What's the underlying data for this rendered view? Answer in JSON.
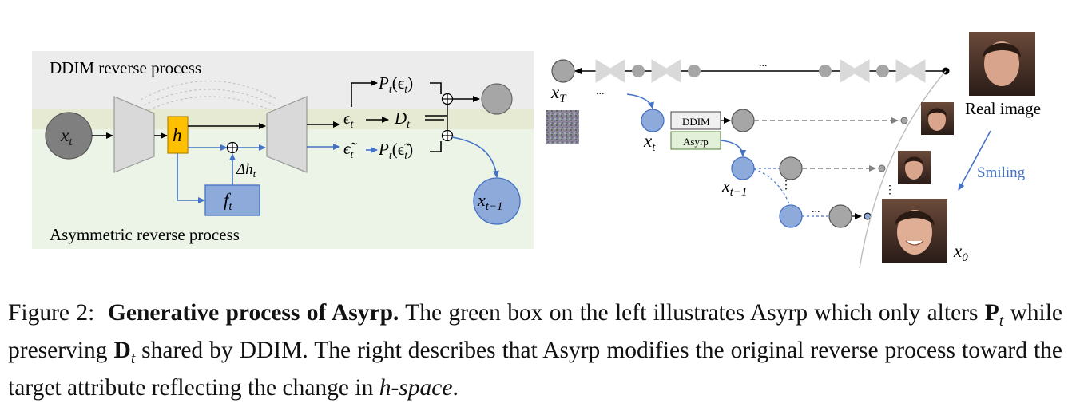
{
  "left_panel": {
    "top_label": "DDIM reverse process",
    "bottom_label": "Asymmetric reverse process",
    "xt": "x",
    "xt_sub": "t",
    "h": "h",
    "ft": "f",
    "ft_sub": "t",
    "delta_h": "Δh",
    "delta_h_sub": "t",
    "eps": "ϵ",
    "eps_sub": "t",
    "eps_tilde": "ϵ̃",
    "eps_tilde_sub": "t",
    "Pt_eps": "P",
    "Pt_eps_arg": "(ϵ",
    "Pt_eps_close": ")",
    "Dt": "D",
    "Dt_sub": "t",
    "Pt_tilde": "P",
    "Pt_tilde_arg": "(ϵ̃",
    "Pt_tilde_close": ")",
    "xtm1": "x",
    "xtm1_sub": "t−1"
  },
  "right_panel": {
    "xT": "x",
    "xT_sub": "T",
    "xt": "x",
    "xt_sub": "t",
    "xtm1": "x",
    "xtm1_sub": "t−1",
    "x0": "x",
    "x0_sub": "0",
    "ddim": "DDIM",
    "asyrp": "Asyrp",
    "real_image": "Real image",
    "smiling": "Smiling",
    "ellipsis": "..."
  },
  "caption": {
    "figure_label": "Figure 2:",
    "title": "Generative process of Asyrp.",
    "text1": " The green box on the left illustrates Asyrp which only alters ",
    "P": "P",
    "P_sub": "t",
    "text2": " while preserving ",
    "D": "D",
    "D_sub": "t",
    "text3": " shared by DDIM. The right describes that Asyrp modifies the original reverse process toward the target attribute reflecting the change in ",
    "hspace": "h-space",
    "text4": "."
  },
  "colors": {
    "blue": "#4472c4",
    "light_blue": "#8eaadb",
    "gray": "#a6a6a6",
    "orange": "#ffc000",
    "panel_gray": "#ececec",
    "band_green": "#e6ead3",
    "panel_green": "#ecf4e8",
    "ddim_box": "#f0f0f0",
    "asyrp_box": "#e2efd9"
  }
}
